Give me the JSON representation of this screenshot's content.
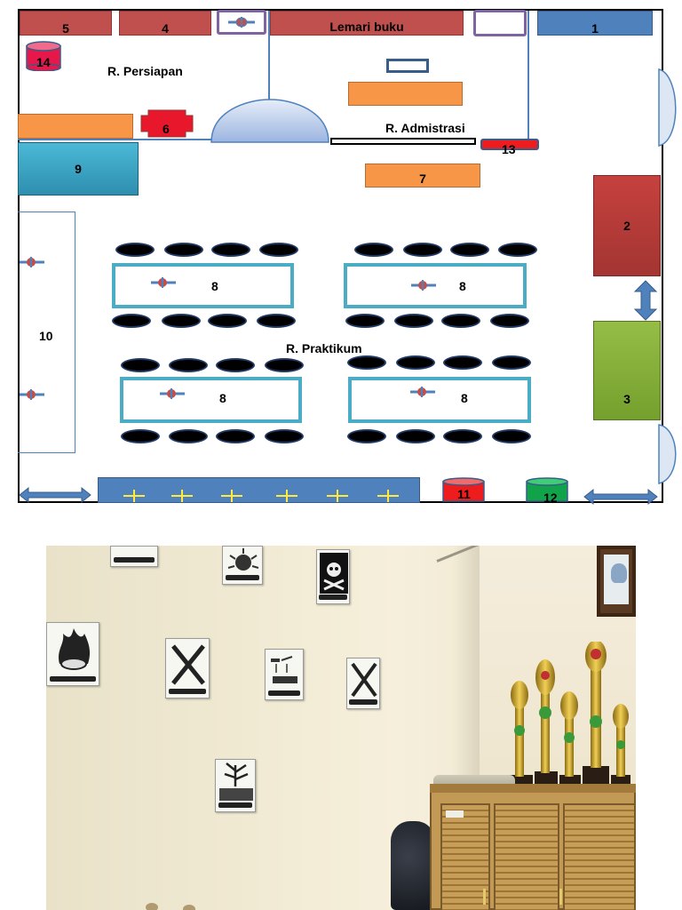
{
  "floorplan": {
    "rooms": {
      "persiapan": "R. Persiapan",
      "administrasi": "R. Admistrasi",
      "praktikum": "R. Praktikum"
    },
    "items": {
      "n1": "1",
      "n2": "2",
      "n3": "3",
      "n4": "4",
      "n5": "5",
      "n6": "6",
      "n7": "7",
      "n9": "9",
      "n10": "10",
      "n11": "11",
      "n12": "12",
      "n13": "13",
      "n14": "14",
      "lemari": "Lemari buku",
      "table_label": "8"
    },
    "colors": {
      "red": "#c0504d",
      "blue": "#4f81bd",
      "orange": "#f79646",
      "teal": "#31a5c4",
      "green": "#8db33c",
      "purple": "#8064a2",
      "table_border": "#4bacc6"
    }
  },
  "photo": {
    "icons": [
      "flammable-sign",
      "explosive-sign",
      "toxic-sign",
      "harmful-sign",
      "corrosive-sign",
      "irritant-sign",
      "environment-sign",
      "trophy",
      "wooden-cabinet",
      "framed-picture"
    ]
  }
}
